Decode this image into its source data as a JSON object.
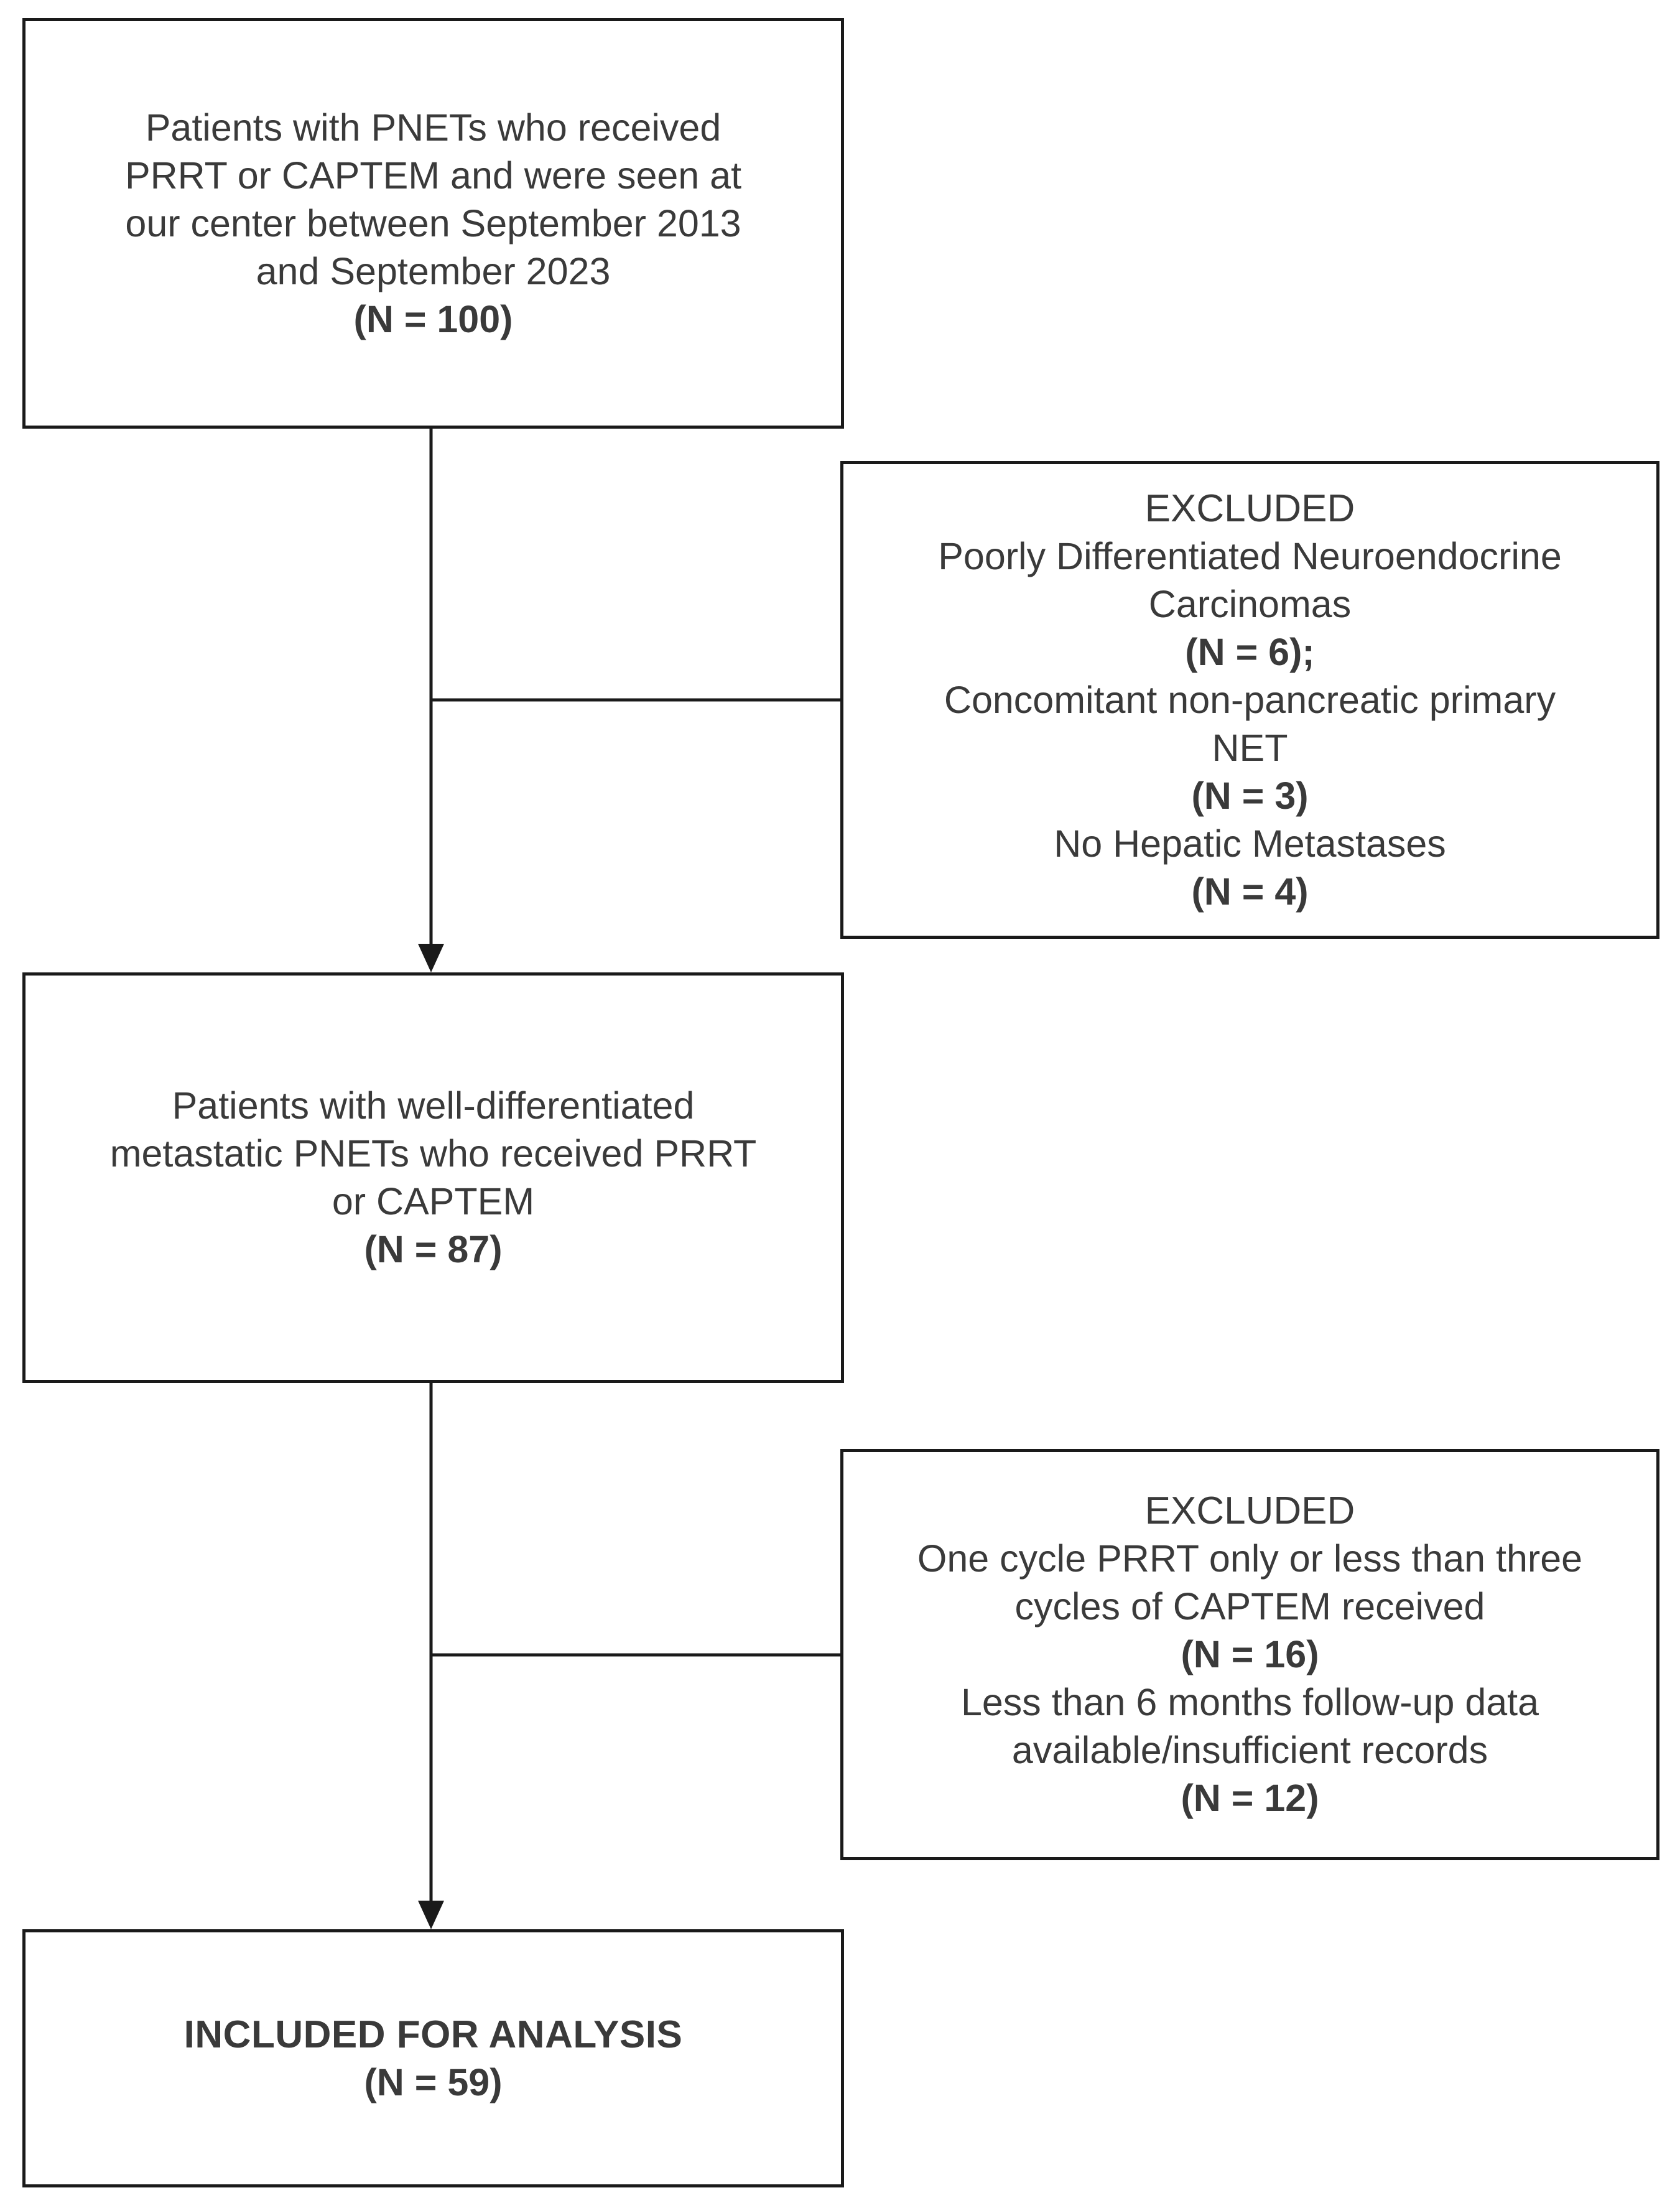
{
  "boxes": {
    "start": {
      "lines": [
        "Patients with PNETs who received",
        "PRRT or CAPTEM and were seen at",
        "our center between September 2013",
        "and September 2023"
      ],
      "count": "(N = 100)"
    },
    "excluded_1": {
      "heading": "EXCLUDED",
      "lines": [
        "Poorly Differentiated Neuroendocrine",
        "Carcinomas",
        "(N = 6);",
        "Concomitant non-pancreatic primary",
        "NET",
        "(N = 3)",
        "No Hepatic Metastases",
        "(N = 4)"
      ]
    },
    "mid": {
      "lines": [
        "Patients with well-differentiated",
        "metastatic PNETs who received PRRT",
        "or CAPTEM"
      ],
      "count": "(N = 87)"
    },
    "excluded_2": {
      "heading": "EXCLUDED",
      "lines": [
        "One cycle PRRT only or less than three",
        "cycles of CAPTEM received",
        "(N = 16)",
        "Less than 6 months follow-up data",
        "available/insufficient records",
        "(N = 12)"
      ]
    },
    "final": {
      "title": "INCLUDED FOR ANALYSIS",
      "count": "(N = 59)"
    }
  }
}
